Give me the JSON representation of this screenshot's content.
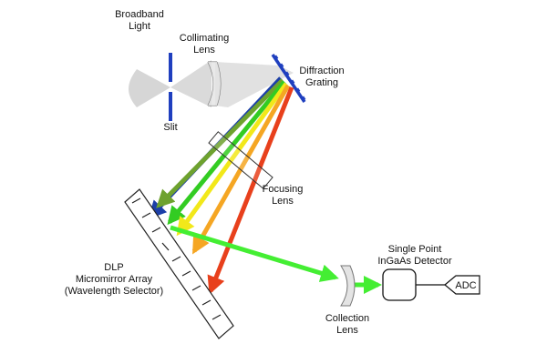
{
  "labels": {
    "broadband_light": [
      "Broadband",
      "Light"
    ],
    "collimating_lens": [
      "Collimating",
      "Lens"
    ],
    "diffraction_grating": [
      "Diffraction",
      "Grating"
    ],
    "slit": "Slit",
    "focusing_lens": [
      "Focusing",
      "Lens"
    ],
    "dlp_array": [
      "DLP",
      "Micromirror Array",
      "(Wavelength Selector)"
    ],
    "detector": [
      "Single Point",
      "InGaAs Detector"
    ],
    "collection_lens": [
      "Collection",
      "Lens"
    ],
    "adc": "ADC"
  },
  "colors": {
    "component_blue": "#1f3fbf",
    "light_beam": "#cccccc",
    "ray_blue": "#1c3fa8",
    "ray_olive": "#6ea22e",
    "ray_green": "#33cc22",
    "ray_yellow": "#f2e81a",
    "ray_orange": "#f5a623",
    "ray_red": "#e8401c",
    "selected_beam": "#44ee33"
  }
}
